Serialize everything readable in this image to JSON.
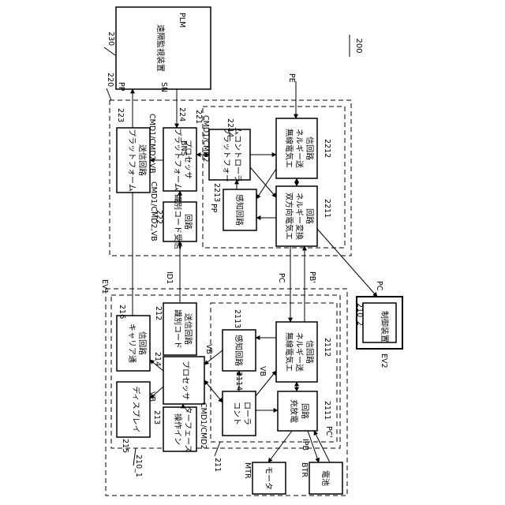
{
  "figure_number": "200",
  "remote_device": {
    "ref": "230",
    "label": "遠隔監視装置",
    "plm": "PLM"
  },
  "platform": {
    "ref": "220",
    "pp": "PP",
    "sn": "SN",
    "pe": "PE",
    "tx": {
      "ref": "223",
      "label_a": "プラットフォーム",
      "label_b": "送信回路",
      "sig": "CMD1/CMD2,VB"
    },
    "proc": {
      "ref": "224",
      "label_a": "プラットフォーム",
      "label_b": "プロセッサ",
      "bns": "BNS"
    },
    "idrx": {
      "ref": "222",
      "label_a": "識別コード受信",
      "label_b": "回路",
      "sig": "CMD1/CMD2,VB"
    },
    "sub": {
      "ref": "221",
      "sig": "CMD1/CMD2"
    },
    "ctrl": {
      "ref": "2214",
      "label_a": "プラットフォー",
      "label_b": "ムコントローラ"
    },
    "wireless": {
      "ref": "2212",
      "label_a": "無線電気エ",
      "label_b": "ネルギー送",
      "label_c": "信回路"
    },
    "sense": {
      "ref": "2213",
      "label": "感知回路",
      "pp": "PP"
    },
    "bidir": {
      "ref": "2211",
      "label_a": "双方向電気エ",
      "label_b": "ネルギー変換",
      "label_c": "回路"
    }
  },
  "ev1": {
    "ref": "EV1",
    "unit_ref": "210_1",
    "sub_ref": "211",
    "carrier": {
      "ref": "216",
      "label_a": "キャリア通",
      "label_b": "信回路"
    },
    "idtx": {
      "ref": "212",
      "label_a": "識別コード",
      "label_b": "送信回路"
    },
    "proc": {
      "ref": "214",
      "label": "プロセッサ",
      "vb": "VB"
    },
    "display": {
      "ref": "215",
      "label": "ディスプレイ",
      "vb": "VB"
    },
    "ui": {
      "ref": "213",
      "label_a": "操作イン",
      "label_b": "ターフェース"
    },
    "ctrl_sig": "CMD1/CMD2",
    "sense": {
      "ref": "2113",
      "label": "感知回路",
      "vb": "VB"
    },
    "wireless": {
      "ref": "2112",
      "label_a": "無線電気エ",
      "label_b": "ネルギー送",
      "label_c": "信回路"
    },
    "ctrl": {
      "ref": "2114",
      "label_a": "コント",
      "label_b": "ローラ"
    },
    "charge": {
      "ref": "2111",
      "label_a": "充放電",
      "label_b": "回路",
      "ipb": "IPB",
      "pc": "PC'"
    },
    "motor": {
      "ref": "MTR",
      "label": "モータ"
    },
    "battery": {
      "ref": "BTR",
      "label": "電池"
    }
  },
  "links": {
    "id1": "ID1",
    "pc": "PC",
    "pb": "PB'"
  },
  "ev2": {
    "ref": "EV2",
    "unit_ref": "210_2",
    "pc": "PC",
    "label": "制御装置"
  }
}
